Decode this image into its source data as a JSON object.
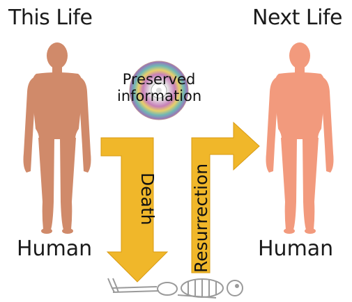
{
  "left": {
    "title": "This Life",
    "label": "Human"
  },
  "right": {
    "title": "Next Life",
    "label": "Human"
  },
  "disc": {
    "line1": "Preserved",
    "line2": "information"
  },
  "arrows": {
    "death": "Death",
    "resurrection": "Resurrection"
  },
  "colors": {
    "left_figure": "#d08a6a",
    "right_figure": "#f29a7d",
    "arrow": "#f0b72a",
    "arrow_outline": "#d89b14",
    "skeleton": "#9a9a9a"
  },
  "icons": [
    "human-silhouette",
    "cd-disc",
    "skeleton"
  ]
}
